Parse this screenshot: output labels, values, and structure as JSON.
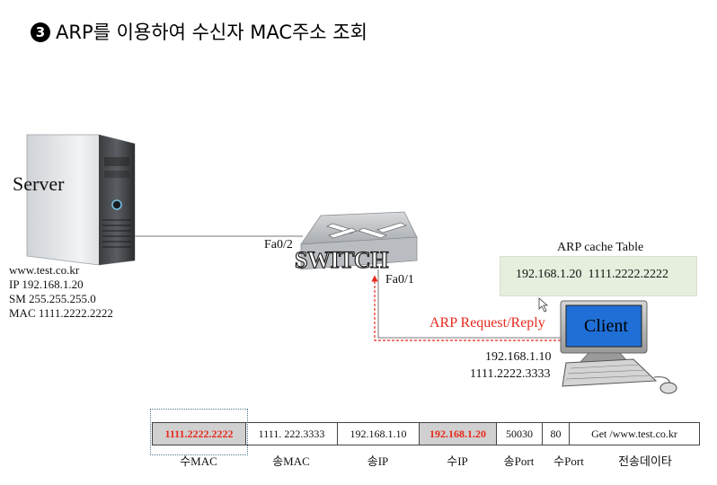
{
  "title": {
    "marker": "3",
    "text": "ARP를 이용하여 수신자 MAC주소 조회"
  },
  "server": {
    "label": "Server",
    "info": [
      "www.test.co.kr",
      "IP 192.168.1.20",
      "SM 255.255.255.0",
      "MAC 1111.2222.2222"
    ]
  },
  "switch": {
    "label": "SWITCH",
    "port_server": "Fa0/2",
    "port_client": "Fa0/1"
  },
  "arp_cache": {
    "title": "ARP cache Table",
    "entry": "192.168.1.20  1111.2222.2222"
  },
  "arp_message": "ARP Request/Reply",
  "client": {
    "label": "Client",
    "ip": "192.168.1.10",
    "mac": "1111.2222.3333"
  },
  "frame": {
    "cells": [
      {
        "value": "1111.2222.2222",
        "label": "수MAC",
        "highlight": true
      },
      {
        "value": "1111. 222.3333",
        "label": "송MAC",
        "highlight": false
      },
      {
        "value": "192.168.1.10",
        "label": "송IP",
        "highlight": false
      },
      {
        "value": "192.168.1.20",
        "label": "수IP",
        "highlight": true
      },
      {
        "value": "50030",
        "label": "송Port",
        "highlight": false
      },
      {
        "value": "80",
        "label": "수Port",
        "highlight": false
      },
      {
        "value": "Get /www.test.co.kr",
        "label": "전송데이타",
        "highlight": false
      }
    ]
  },
  "colors": {
    "accent_red": "#e8291c",
    "client_screen": "#1f6fd6",
    "cache_bg": "#e6eedd",
    "highlight_cell": "#d0d0d0"
  }
}
